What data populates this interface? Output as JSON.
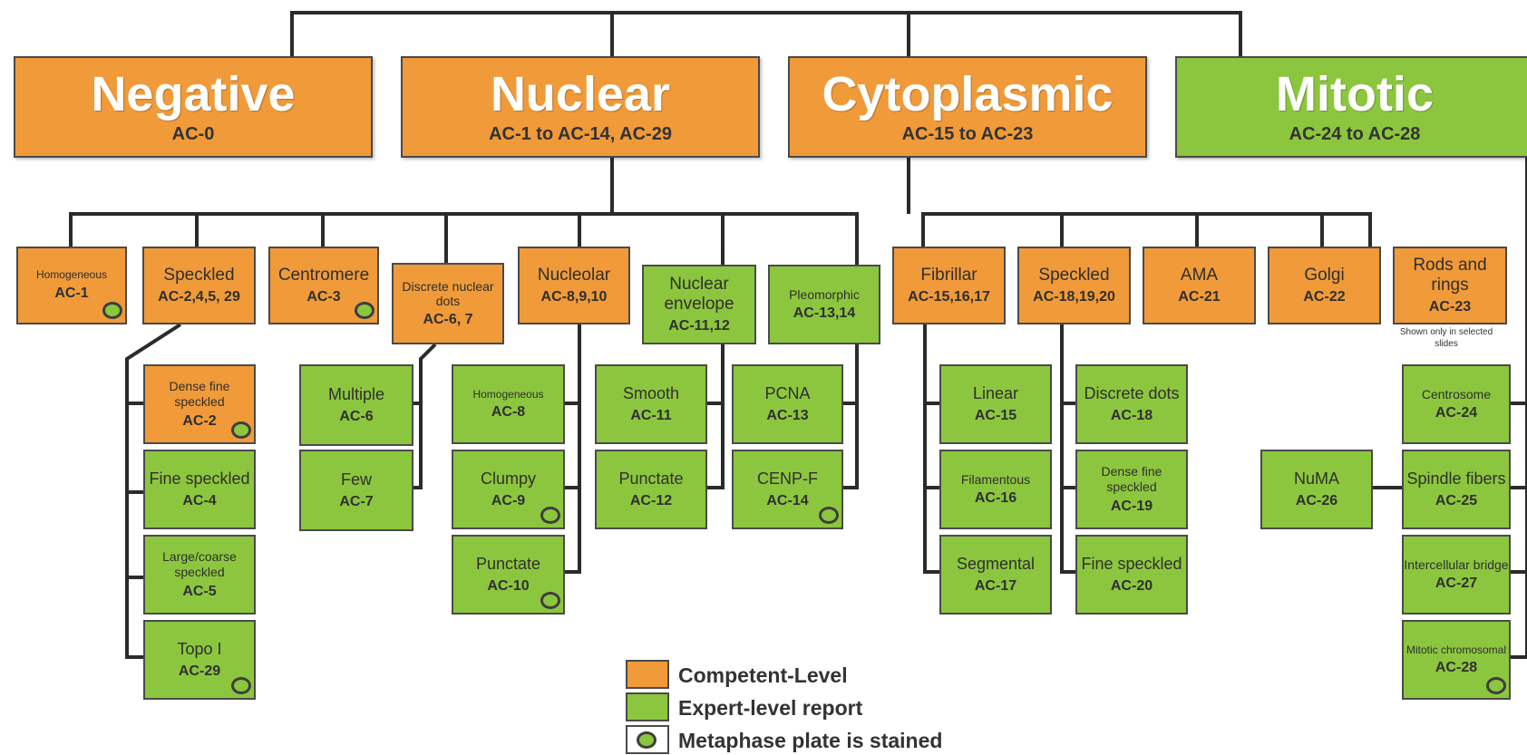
{
  "categories": [
    {
      "key": "negative",
      "title": "Negative",
      "code": "AC-0",
      "color": "orange"
    },
    {
      "key": "nuclear",
      "title": "Nuclear",
      "code": "AC-1 to AC-14, AC-29",
      "color": "orange"
    },
    {
      "key": "cytoplasmic",
      "title": "Cytoplasmic",
      "code": "AC-15 to AC-23",
      "color": "orange"
    },
    {
      "key": "mitotic",
      "title": "Mitotic",
      "code": "AC-24 to AC-28",
      "color": "green"
    }
  ],
  "nuclear_groups": [
    {
      "key": "homogeneous",
      "title": "Homogeneous",
      "code": "AC-1",
      "metaphase": true,
      "color": "orange"
    },
    {
      "key": "speckled",
      "title": "Speckled",
      "code": "AC-2,4,5, 29",
      "metaphase": false,
      "color": "orange"
    },
    {
      "key": "centromere",
      "title": "Centromere",
      "code": "AC-3",
      "metaphase": true,
      "color": "orange"
    },
    {
      "key": "discrete-nuclear-dots",
      "title": "Discrete nuclear dots",
      "code": "AC-6, 7",
      "metaphase": false,
      "color": "orange"
    },
    {
      "key": "nucleolar",
      "title": "Nucleolar",
      "code": "AC-8,9,10",
      "metaphase": false,
      "color": "orange"
    },
    {
      "key": "nuclear-envelope",
      "title": "Nuclear envelope",
      "code": "AC-11,12",
      "metaphase": false,
      "color": "green"
    },
    {
      "key": "pleomorphic",
      "title": "Pleomorphic",
      "code": "AC-13,14",
      "metaphase": false,
      "color": "green"
    }
  ],
  "cytoplasmic_groups": [
    {
      "key": "fibrillar",
      "title": "Fibrillar",
      "code": "AC-15,16,17",
      "color": "orange"
    },
    {
      "key": "cyto-speckled",
      "title": "Speckled",
      "code": "AC-18,19,20",
      "color": "orange"
    },
    {
      "key": "ama",
      "title": "AMA",
      "code": "AC-21",
      "color": "orange"
    },
    {
      "key": "golgi",
      "title": "Golgi",
      "code": "AC-22",
      "color": "orange"
    },
    {
      "key": "rods-and-rings",
      "title": "Rods and rings",
      "code": "AC-23",
      "color": "orange"
    }
  ],
  "rods_note": "Shown only in selected slides",
  "leaves": {
    "speckled": [
      {
        "title": "Dense fine speckled",
        "code": "AC-2",
        "metaphase": true,
        "color": "orange"
      },
      {
        "title": "Fine speckled",
        "code": "AC-4",
        "metaphase": false,
        "color": "green"
      },
      {
        "title": "Large/coarse speckled",
        "code": "AC-5",
        "metaphase": false,
        "color": "green"
      },
      {
        "title": "Topo I",
        "code": "AC-29",
        "metaphase": true,
        "color": "green"
      }
    ],
    "discrete_dots": [
      {
        "title": "Multiple",
        "code": "AC-6",
        "metaphase": false,
        "color": "green"
      },
      {
        "title": "Few",
        "code": "AC-7",
        "metaphase": false,
        "color": "green"
      }
    ],
    "nucleolar": [
      {
        "title": "Homogeneous",
        "code": "AC-8",
        "metaphase": false,
        "color": "green"
      },
      {
        "title": "Clumpy",
        "code": "AC-9",
        "metaphase": true,
        "color": "green"
      },
      {
        "title": "Punctate",
        "code": "AC-10",
        "metaphase": true,
        "color": "green"
      }
    ],
    "envelope": [
      {
        "title": "Smooth",
        "code": "AC-11",
        "metaphase": false,
        "color": "green"
      },
      {
        "title": "Punctate",
        "code": "AC-12",
        "metaphase": false,
        "color": "green"
      }
    ],
    "pleomorphic": [
      {
        "title": "PCNA",
        "code": "AC-13",
        "metaphase": false,
        "color": "green"
      },
      {
        "title": "CENP-F",
        "code": "AC-14",
        "metaphase": true,
        "color": "green"
      }
    ],
    "fibrillar": [
      {
        "title": "Linear",
        "code": "AC-15",
        "metaphase": false,
        "color": "green"
      },
      {
        "title": "Filamentous",
        "code": "AC-16",
        "metaphase": false,
        "color": "green"
      },
      {
        "title": "Segmental",
        "code": "AC-17",
        "metaphase": false,
        "color": "green"
      }
    ],
    "cyto_speckled": [
      {
        "title": "Discrete dots",
        "code": "AC-18",
        "metaphase": false,
        "color": "green"
      },
      {
        "title": "Dense fine speckled",
        "code": "AC-19",
        "metaphase": false,
        "color": "green"
      },
      {
        "title": "Fine speckled",
        "code": "AC-20",
        "metaphase": false,
        "color": "green"
      }
    ],
    "mitotic": [
      {
        "title": "Centrosome",
        "code": "AC-24",
        "metaphase": false,
        "color": "green"
      },
      {
        "title": "Spindle fibers",
        "code": "AC-25",
        "metaphase": false,
        "color": "green"
      },
      {
        "title": "Intercellular bridge",
        "code": "AC-27",
        "metaphase": false,
        "color": "green"
      },
      {
        "title": "Mitotic chromosomal",
        "code": "AC-28",
        "metaphase": true,
        "color": "green"
      }
    ],
    "numa": {
      "title": "NuMA",
      "code": "AC-26",
      "metaphase": false,
      "color": "green"
    }
  },
  "legend": [
    {
      "label": "Competent-Level",
      "kind": "orange"
    },
    {
      "label": "Expert-level report",
      "kind": "green"
    },
    {
      "label": "Metaphase plate is stained",
      "kind": "dot"
    }
  ],
  "colors": {
    "orange": "#f09a3a",
    "green": "#8cc63e",
    "line": "#2b2b2b"
  }
}
